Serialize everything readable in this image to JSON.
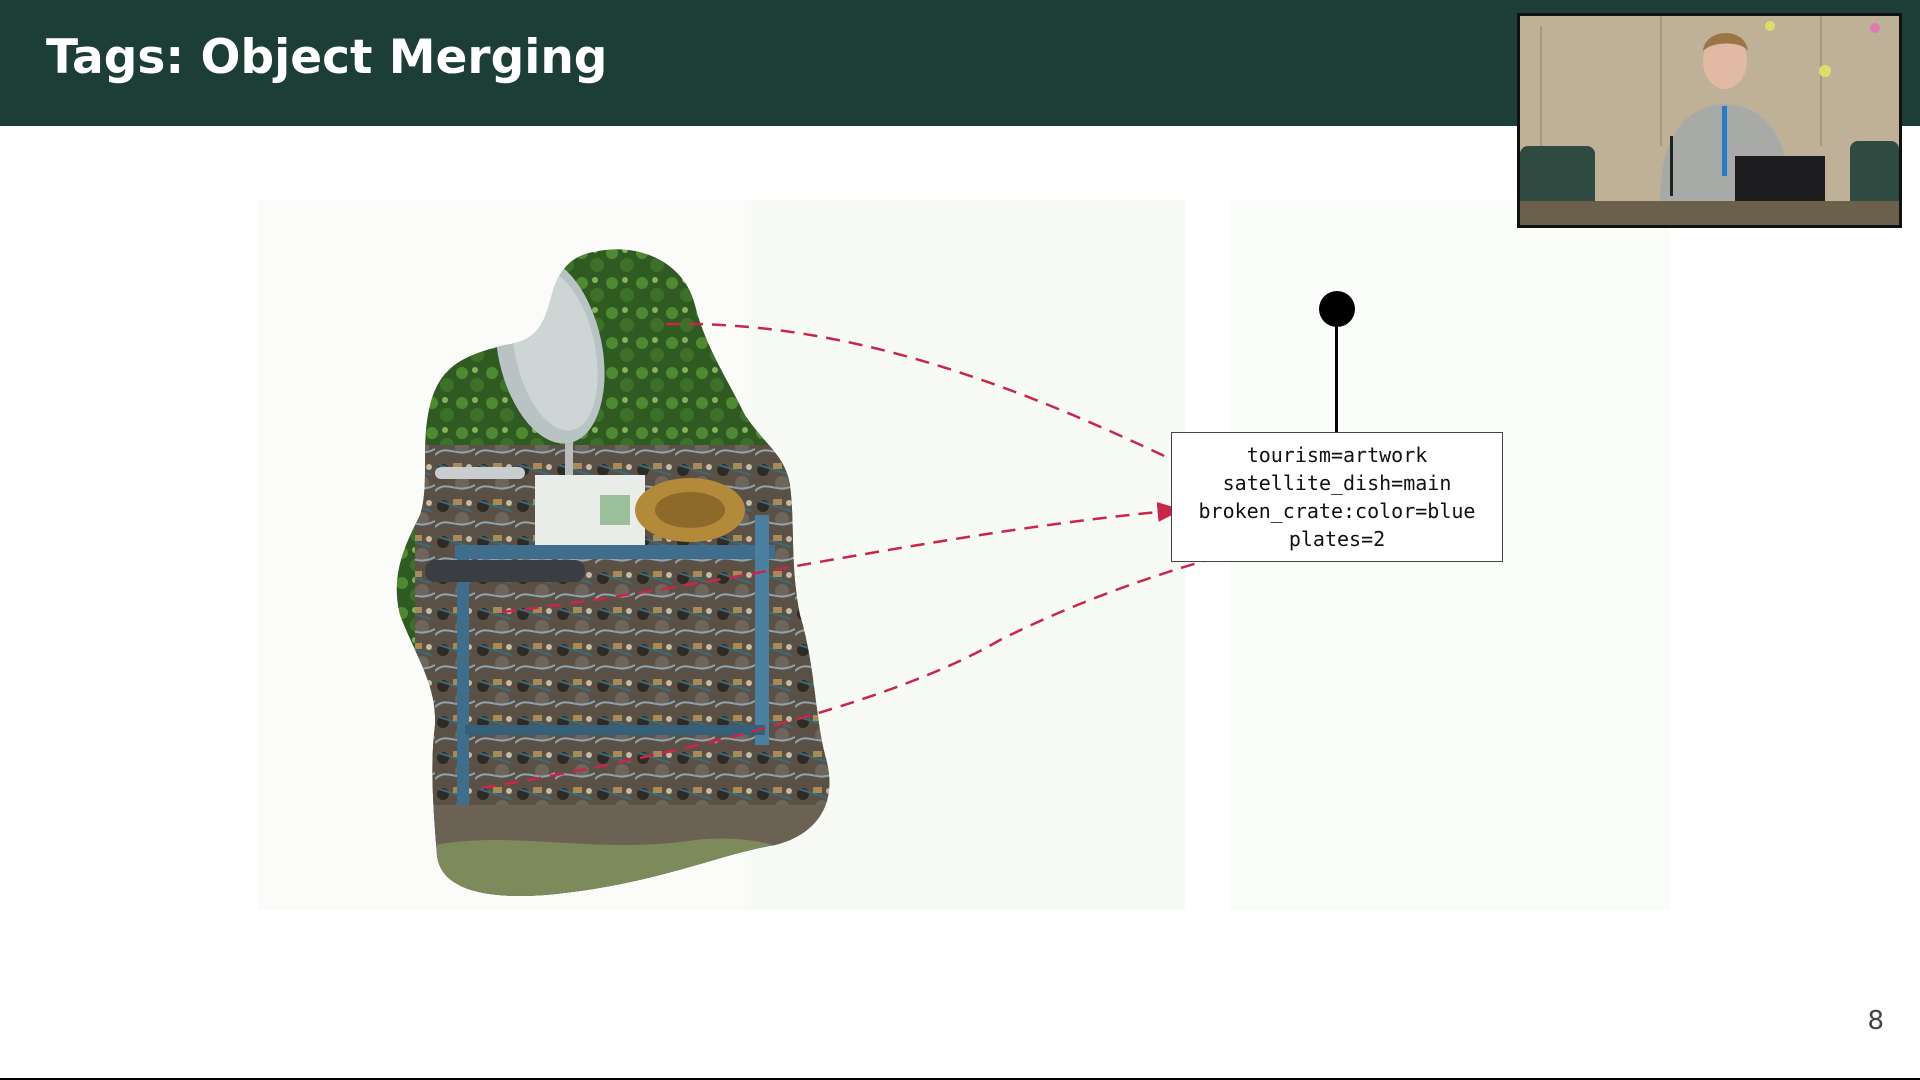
{
  "slide": {
    "title": "Tags: Object Merging",
    "page_number": "8"
  },
  "node": {
    "tags": [
      "tourism=artwork",
      "satellite_dish=main",
      "broken_crate:color=blue",
      "plates=2"
    ]
  },
  "colors": {
    "title_bar": "#1d3e36",
    "arrow": "#c8264a",
    "background": "#ffffff"
  },
  "icons": {
    "node_marker": "black-circle-pin",
    "arrows": "dashed-red-arrow"
  }
}
